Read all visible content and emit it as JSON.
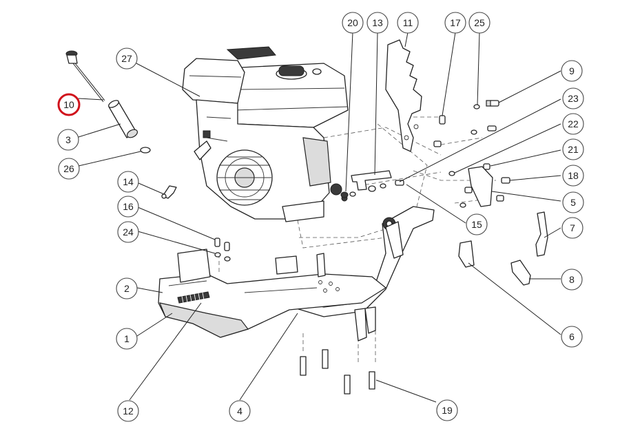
{
  "highlight_color": "#d0111b",
  "callouts": [
    {
      "id": "1",
      "label": "1",
      "highlighted": false
    },
    {
      "id": "2",
      "label": "2",
      "highlighted": false
    },
    {
      "id": "3",
      "label": "3",
      "highlighted": false
    },
    {
      "id": "4",
      "label": "4",
      "highlighted": false
    },
    {
      "id": "5",
      "label": "5",
      "highlighted": false
    },
    {
      "id": "6",
      "label": "6",
      "highlighted": false
    },
    {
      "id": "7",
      "label": "7",
      "highlighted": false
    },
    {
      "id": "8",
      "label": "8",
      "highlighted": false
    },
    {
      "id": "9",
      "label": "9",
      "highlighted": false
    },
    {
      "id": "10",
      "label": "10",
      "highlighted": true
    },
    {
      "id": "11",
      "label": "11",
      "highlighted": false
    },
    {
      "id": "12",
      "label": "12",
      "highlighted": false
    },
    {
      "id": "13",
      "label": "13",
      "highlighted": false
    },
    {
      "id": "14",
      "label": "14",
      "highlighted": false
    },
    {
      "id": "15",
      "label": "15",
      "highlighted": false
    },
    {
      "id": "16",
      "label": "16",
      "highlighted": false
    },
    {
      "id": "17",
      "label": "17",
      "highlighted": false
    },
    {
      "id": "18",
      "label": "18",
      "highlighted": false
    },
    {
      "id": "19",
      "label": "19",
      "highlighted": false
    },
    {
      "id": "20",
      "label": "20",
      "highlighted": false
    },
    {
      "id": "21",
      "label": "21",
      "highlighted": false
    },
    {
      "id": "22",
      "label": "22",
      "highlighted": false
    },
    {
      "id": "23",
      "label": "23",
      "highlighted": false
    },
    {
      "id": "24",
      "label": "24",
      "highlighted": false
    },
    {
      "id": "25",
      "label": "25",
      "highlighted": false
    },
    {
      "id": "26",
      "label": "26",
      "highlighted": false
    },
    {
      "id": "27",
      "label": "27",
      "highlighted": false
    }
  ]
}
